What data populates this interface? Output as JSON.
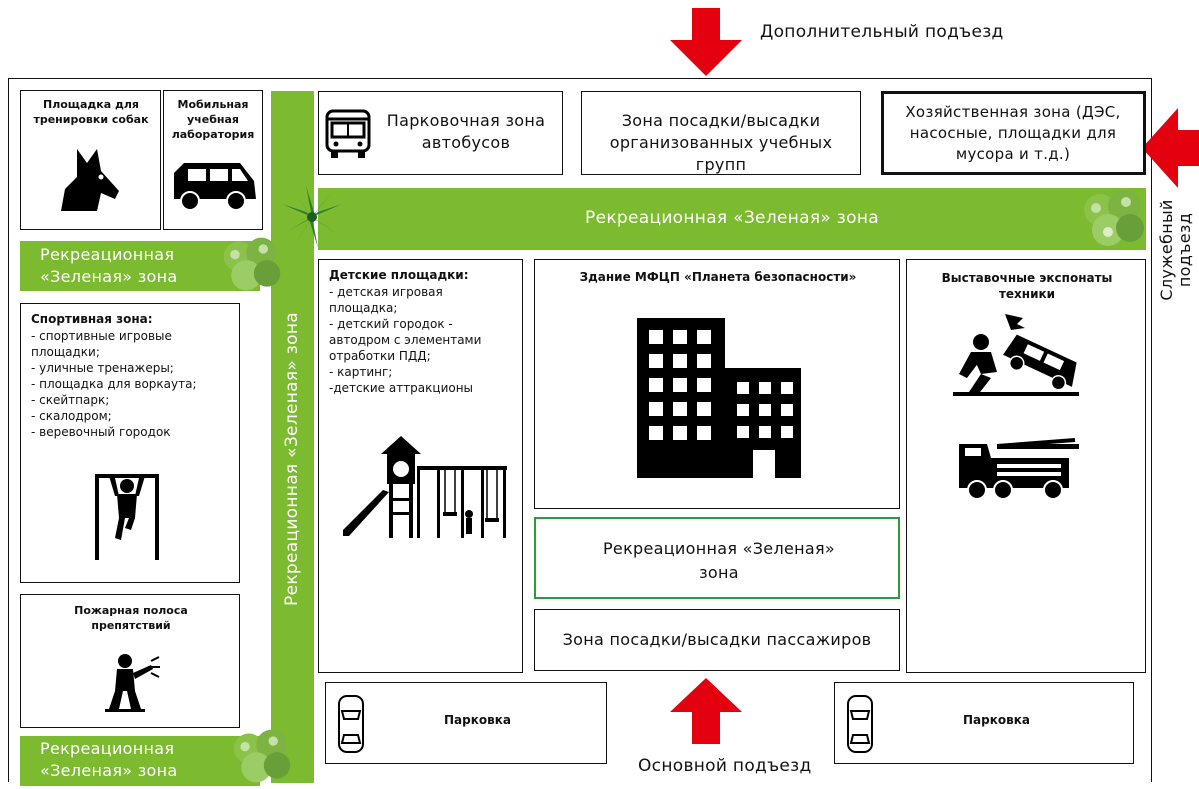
{
  "entrances": {
    "additional": "Дополнительный подъезд",
    "service_line1": "Служебный",
    "service_line2": "подъезд",
    "main": "Основной подъезд"
  },
  "zones": {
    "dog_area": "Площадка для тренировки собак",
    "mobile_lab": "Мобильная учебная лаборатория",
    "bus_parking": "Парковочная зона автобусов",
    "group_dropoff": "Зона посадки/высадки организованных учебных групп",
    "utility": "Хозяйственная зона (ДЭС, насосные, площадки для мусора и т.д.)",
    "green_top": "Рекреационная «Зеленая» зона",
    "green_left_1": "Рекреационная «Зеленая» зона",
    "green_vertical": "Рекреационная «Зеленая» зона",
    "green_center": "Рекреационная «Зеленая» зона",
    "green_bottom_left": "Рекреационная «Зеленая» зона",
    "sport_title": "Спортивная зона:",
    "sport_items": [
      "- спортивные игровые площадки;",
      "- уличные тренажеры;",
      "- площадка для воркаута;",
      "- скейтпарк;",
      "- скалодром;",
      "- веревочный городок"
    ],
    "fire_track": "Пожарная полоса препятствий",
    "playgrounds_title": "Детские площадки:",
    "playgrounds_items": [
      "- детская игровая площадка;",
      "- детский городок - автодром с элементами отработки ПДД;",
      "- картинг;",
      "-детские аттракционы"
    ],
    "main_building": "Здание МФЦП «Планета безопасности»",
    "exhibits": "Выставочные экспонаты техники",
    "passenger_dropoff": "Зона посадки/высадки пассажиров",
    "parking_left": "Парковка",
    "parking_right": "Парковка"
  },
  "colors": {
    "green": "#7cba2f",
    "arrow_red": "#e3000f",
    "center_green_border": "#2e9a3b"
  },
  "icons": [
    "dog-icon",
    "van-icon",
    "bus-icon",
    "palm-icon",
    "tree-icon",
    "building-icon",
    "playground-icon",
    "pullup-icon",
    "firefighter-icon",
    "car-icon",
    "rescue-icon",
    "fire-truck-icon"
  ]
}
